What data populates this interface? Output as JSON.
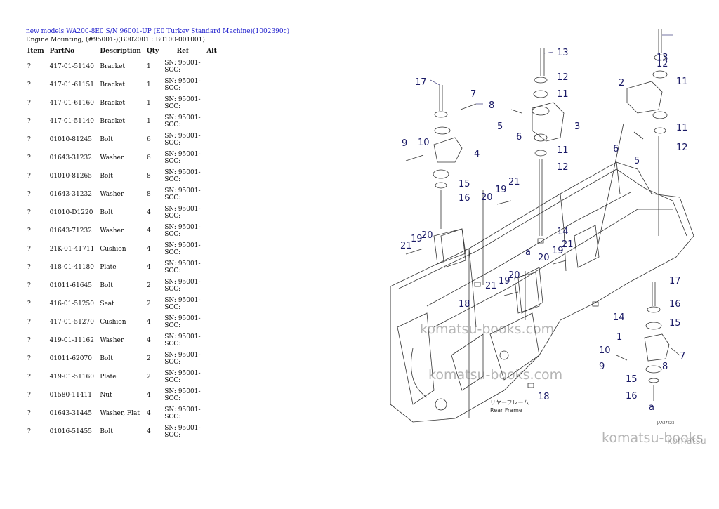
{
  "breadcrumb": {
    "link1": "new models",
    "link2": "WA200-8E0 S/N 96001-UP (E0 Turkey Standard Machine)(1002390c)"
  },
  "subtitle": "Engine Mounting, (#95001-)(B002001 : B0100-001001)",
  "table": {
    "headers": [
      "Item",
      "PartNo",
      "Description",
      "Qty",
      "Ref",
      "Alt"
    ],
    "rows": [
      {
        "item": "?",
        "partno": "417-01-51140",
        "desc": "Bracket",
        "qty": "1",
        "ref": "SN: 95001-SCC:"
      },
      {
        "item": "?",
        "partno": "417-01-61151",
        "desc": "Bracket",
        "qty": "1",
        "ref": "SN: 95001-SCC:"
      },
      {
        "item": "?",
        "partno": "417-01-61160",
        "desc": "Bracket",
        "qty": "1",
        "ref": "SN: 95001-SCC:"
      },
      {
        "item": "?",
        "partno": "417-01-51140",
        "desc": "Bracket",
        "qty": "1",
        "ref": "SN: 95001-SCC:"
      },
      {
        "item": "?",
        "partno": "01010-81245",
        "desc": "Bolt",
        "qty": "6",
        "ref": "SN: 95001-SCC:"
      },
      {
        "item": "?",
        "partno": "01643-31232",
        "desc": "Washer",
        "qty": "6",
        "ref": "SN: 95001-SCC:"
      },
      {
        "item": "?",
        "partno": "01010-81265",
        "desc": "Bolt",
        "qty": "8",
        "ref": "SN: 95001-SCC:"
      },
      {
        "item": "?",
        "partno": "01643-31232",
        "desc": "Washer",
        "qty": "8",
        "ref": "SN: 95001-SCC:"
      },
      {
        "item": "?",
        "partno": "01010-D1220",
        "desc": "Bolt",
        "qty": "4",
        "ref": "SN: 95001-SCC:"
      },
      {
        "item": "?",
        "partno": "01643-71232",
        "desc": "Washer",
        "qty": "4",
        "ref": "SN: 95001-SCC:"
      },
      {
        "item": "?",
        "partno": "21K-01-41711",
        "desc": "Cushion",
        "qty": "4",
        "ref": "SN: 95001-SCC:"
      },
      {
        "item": "?",
        "partno": "418-01-41180",
        "desc": "Plate",
        "qty": "4",
        "ref": "SN: 95001-SCC:"
      },
      {
        "item": "?",
        "partno": "01011-61645",
        "desc": "Bolt",
        "qty": "2",
        "ref": "SN: 95001-SCC:"
      },
      {
        "item": "?",
        "partno": "416-01-51250",
        "desc": "Seat",
        "qty": "2",
        "ref": "SN: 95001-SCC:"
      },
      {
        "item": "?",
        "partno": "417-01-51270",
        "desc": "Cushion",
        "qty": "4",
        "ref": "SN: 95001-SCC:"
      },
      {
        "item": "?",
        "partno": "419-01-11162",
        "desc": "Washer",
        "qty": "4",
        "ref": "SN: 95001-SCC:"
      },
      {
        "item": "?",
        "partno": "01011-62070",
        "desc": "Bolt",
        "qty": "2",
        "ref": "SN: 95001-SCC:"
      },
      {
        "item": "?",
        "partno": "419-01-51160",
        "desc": "Plate",
        "qty": "2",
        "ref": "SN: 95001-SCC:"
      },
      {
        "item": "?",
        "partno": "01580-11411",
        "desc": "Nut",
        "qty": "4",
        "ref": "SN: 95001-SCC:"
      },
      {
        "item": "?",
        "partno": "01643-31445",
        "desc": "Washer, Flat",
        "qty": "4",
        "ref": "SN: 95001-SCC:"
      },
      {
        "item": "?",
        "partno": "01016-51455",
        "desc": "Bolt",
        "qty": "4",
        "ref": "SN: 95001-SCC:"
      }
    ]
  },
  "diagram": {
    "frame_label_jp": "リヤーフレーム",
    "frame_label": "Rear Frame",
    "drawing_no": "JAA27623",
    "callout_a": "a",
    "callouts": [
      "1",
      "2",
      "3",
      "4",
      "5",
      "6",
      "7",
      "8",
      "9",
      "10",
      "11",
      "12",
      "13",
      "14",
      "15",
      "16",
      "17",
      "18",
      "19",
      "20",
      "21"
    ]
  },
  "watermarks": {
    "w1": "komatsu-books.com",
    "w2": "komatsu-books.com",
    "w3": "komatsu-books",
    "w4": "komatsu"
  }
}
